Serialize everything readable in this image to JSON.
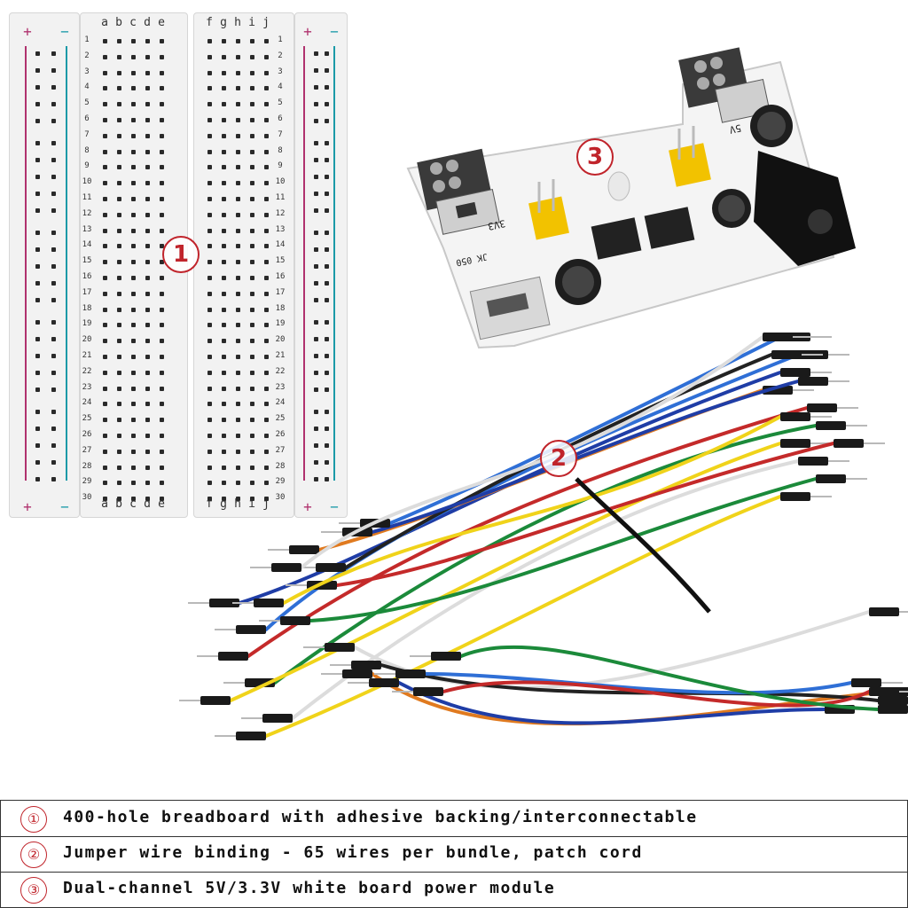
{
  "breadboard": {
    "columns_left": [
      "a",
      "b",
      "c",
      "d",
      "e"
    ],
    "columns_right": [
      "f",
      "g",
      "h",
      "i",
      "j"
    ],
    "row_count": 30,
    "polarity_plus": "+",
    "polarity_minus": "−",
    "colors": {
      "positive_rail": "#b0326e",
      "negative_rail": "#1b9aa8",
      "board": "#f2f2f2",
      "hole": "#2a2a2a"
    }
  },
  "markers": {
    "one": "1",
    "two": "2",
    "three": "3",
    "color": "#c0242b"
  },
  "power_module": {
    "silk_5v": "5V",
    "silk_3v3": "3V3",
    "regulator_mark": "JK 050",
    "colors": {
      "pcb": "#f4f4f4",
      "header": "#f2c200",
      "capacitor": "#1e1e1e",
      "dc_jack": "#111111"
    }
  },
  "jumper_wires": {
    "colors": [
      "#1f3da6",
      "#2f6fd6",
      "#c42a2a",
      "#1b8a3a",
      "#f0d31a",
      "#ffffff",
      "#e07a1f",
      "#222222"
    ]
  },
  "legend": {
    "items": [
      {
        "num": "①",
        "text": "400-hole breadboard with adhesive backing/interconnectable"
      },
      {
        "num": "②",
        "text": "Jumper wire binding - 65 wires per bundle, patch cord"
      },
      {
        "num": "③",
        "text": "Dual-channel 5V/3.3V white board power module"
      }
    ]
  }
}
